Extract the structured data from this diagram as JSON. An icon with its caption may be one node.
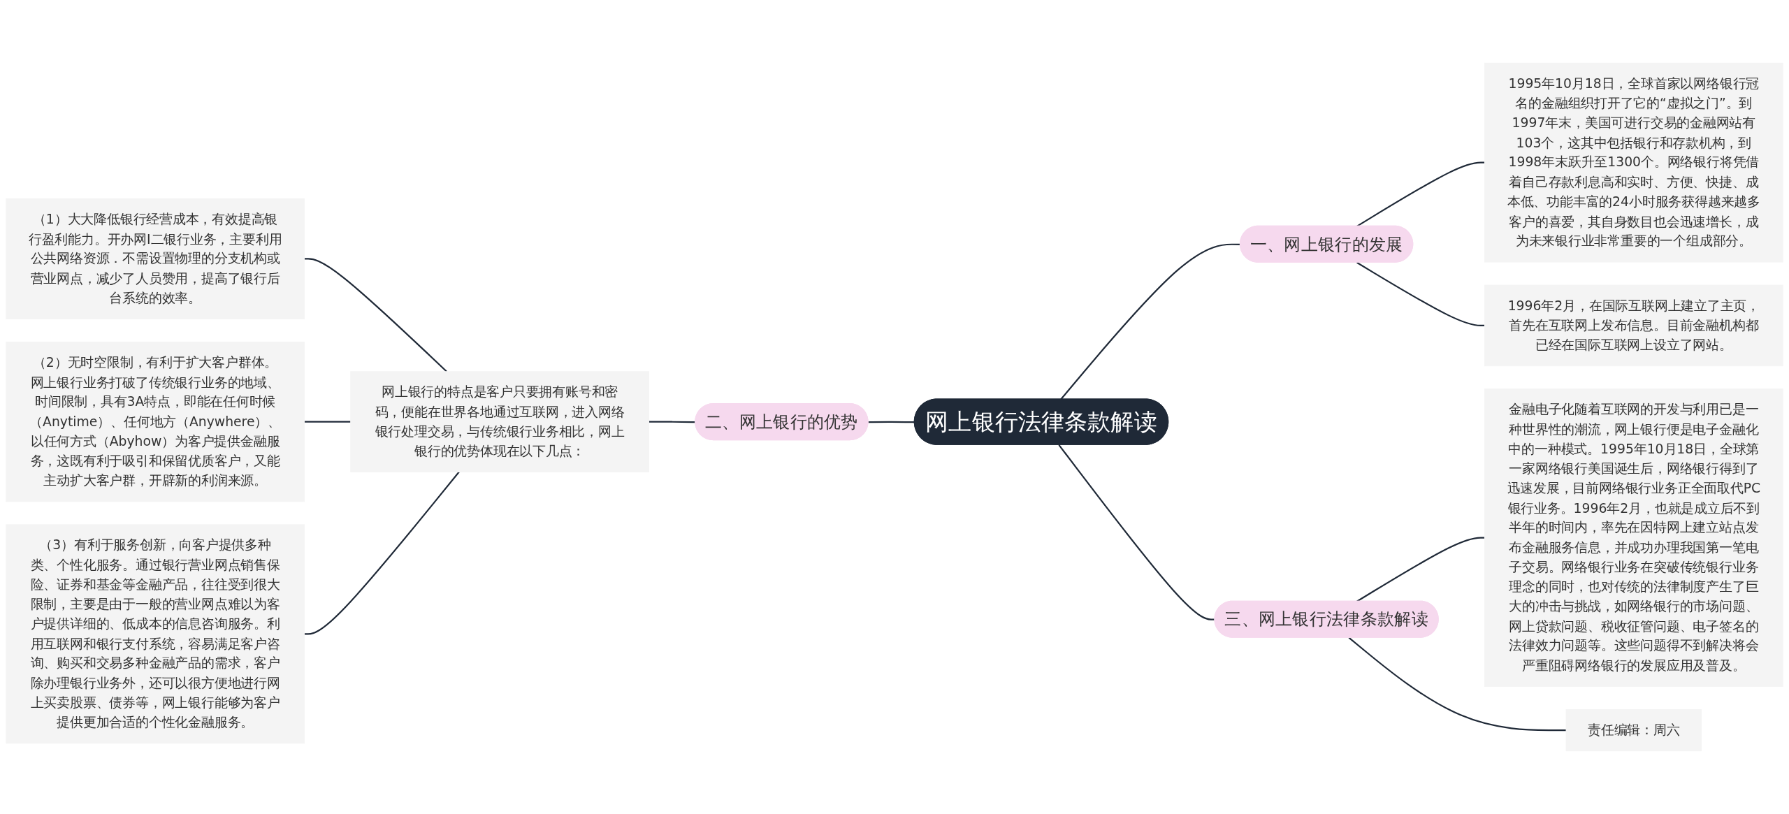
{
  "diagram": {
    "nodes": [
      {
        "text": [
          "网上银行法律条款解读"
        ]
      },
      {
        "text": [
          "一、网上银行的发展"
        ]
      },
      {
        "text": [
          "1995年10月18日，全球首家以网络银行冠名的金融组织打开了它的“虚拟之门”。到1997年末，美国可进行交易的金融网站有103个，这其中包括银行和存款机构，到1998年末跃升至1300个。网络银行将凭借着自己存款利息高和实时、方便、快捷、成本低、功能丰富的24小时服务获得越来越多客户的喜爱，其自身数目也会迅速增长，成为未来银行业非常重要的一个组成部分。"
        ]
      },
      {
        "text": [
          "1996年2月，在国际互联网上建立了主页，首先在互联网上发布信息。目前金融机构都已经在国际互联网上设立了网站。"
        ]
      },
      {
        "text": [
          "二、网上银行的优势"
        ]
      },
      {
        "text": [
          "网上银行的特点是客户只要拥有账号和密码，便能在世界各地通过互联网，进入网络银行处理交易，与传统银行业务相比，网上银行的优势体现在以下几点："
        ]
      },
      {
        "text": [
          "（1）大大降低银行经营成本，有效提高银行盈利能力。开办网Ⅰ二银行业务，主要利用公共网络资源．不需设置物理的分支机构或营业网点，减少了人员赞用，提高了银行后台系统的效率。"
        ]
      },
      {
        "text": [
          "（2）无时空限制，有利于扩大客户群体。网上银行业务打破了传统银行业务的地域、时间限制，具有3A特点，即能在任何时候（Anytime）、任何地方（Anywhere）、以任何方式（Abyhow）为客户提供金融服务，这既有利于吸引和保留优质客户，又能主动扩大客户群，开辟新的利润来源。"
        ]
      },
      {
        "text": [
          "（3）有利于服务创新，向客户提供多种类、个性化服务。通过银行营业网点销售保险、证券和基金等金融产品，往往受到很大限制，主要是由于一般的营业网点难以为客户提供详细的、低成本的信息咨询服务。利用互联网和银行支付系统，容易满足客户咨询、购买和交易多种金融产品的需求，客户除办理银行业务外，还可以很方便地进行网上买卖股票、债券等，网上银行能够为客户提供更加合适的个性化金融服务。"
        ]
      },
      {
        "text": [
          "三、网上银行法律条款解读"
        ]
      },
      {
        "text": [
          "金融电子化随着互联网的开发与利用已是一种世界性的潮流，网上银行便是电子金融化中的一种模式。1995年10月18日，全球第一家网络银行美国诞生后，网络银行得到了迅速发展，目前网络银行业务正全面取代PC银行业务。1996年2月，也就是成立后不到半年的时间内，率先在因特网上建立站点发布金融服务信息，并成功办理我国第一笔电子交易。网络银行业务在突破传统银行业务理念的同时，也对传统的法律制度产生了巨大的冲击与挑战，如网络银行的市场问题、网上贷款问题、税收征管问题、电子签名的法律效力问题等。这些问题得不到解决将会严重阻碍网络银行的发展应用及普及。"
        ]
      },
      {
        "text": [
          "责任编辑：周六"
        ]
      }
    ],
    "edges": [
      {
        "from": 0,
        "to": 1,
        "arrow": "none"
      },
      {
        "from": 1,
        "to": 2,
        "arrow": "none"
      },
      {
        "from": 1,
        "to": 3,
        "arrow": "none"
      },
      {
        "from": 0,
        "to": 4,
        "arrow": "none"
      },
      {
        "from": 4,
        "to": 5,
        "arrow": "none"
      },
      {
        "from": 5,
        "to": 6,
        "arrow": "none"
      },
      {
        "from": 5,
        "to": 7,
        "arrow": "none"
      },
      {
        "from": 5,
        "to": 8,
        "arrow": "none"
      },
      {
        "from": 0,
        "to": 9,
        "arrow": "none"
      },
      {
        "from": 9,
        "to": 10,
        "arrow": "none"
      },
      {
        "from": 9,
        "to": 11,
        "arrow": "none"
      }
    ]
  }
}
